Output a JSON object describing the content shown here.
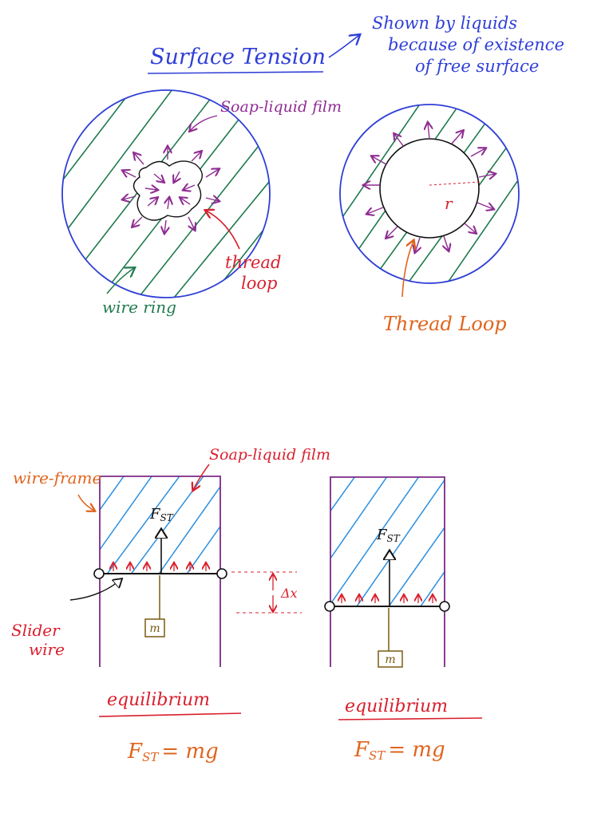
{
  "header": {
    "title": "Surface Tension",
    "note_line1": "Shown by liquids",
    "note_line2": "because of existence",
    "note_line3": "of free surface"
  },
  "top_left": {
    "film_label": "Soap-liquid film",
    "thread_label_line1": "thread",
    "thread_label_line2": "loop",
    "ring_label": "wire ring"
  },
  "top_right": {
    "radius_label": "r",
    "thread_label": "Thread Loop"
  },
  "bottom_left": {
    "frame_label": "wire-frame",
    "film_label": "Soap-liquid film",
    "force_label": "F",
    "force_sub": "ST",
    "mass_label": "m",
    "slider_line1": "Slider",
    "slider_line2": "wire",
    "delta_label": "Δx",
    "state_label": "equilibrium",
    "equation_lhs": "F",
    "equation_sub": "ST",
    "equation_rhs": "= mg"
  },
  "bottom_right": {
    "force_label": "F",
    "force_sub": "ST",
    "mass_label": "m",
    "state_label": "equilibrium",
    "equation_lhs": "F",
    "equation_sub": "ST",
    "equation_rhs": "= mg"
  },
  "colors": {
    "title_blue": "#2f3fd6",
    "film_purple": "#8e2c92",
    "ring_green": "#1f7a4e",
    "thread_red": "#d8202e",
    "label_orange": "#e0641d",
    "frame_purple": "#7b2a86",
    "hatch_blue": "#2a8fe0"
  }
}
